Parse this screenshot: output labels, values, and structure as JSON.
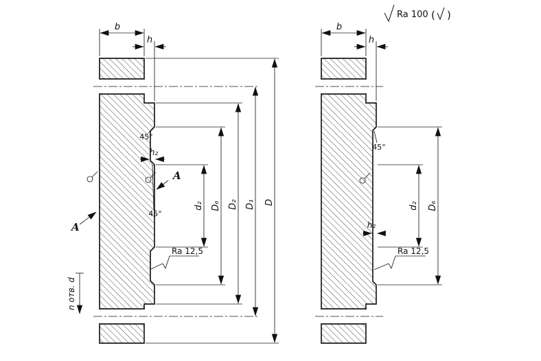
{
  "general": {
    "roughness_value": "Ra 100",
    "paren_open": "(",
    "paren_close": ")"
  },
  "left": {
    "dim_b": "b",
    "dim_h": "h",
    "dim_h2": "h₂",
    "chamfer_top": "45°",
    "chamfer_mid": "45°",
    "dim_d2": "d₂",
    "dim_D6": "D₆",
    "dim_D2": "D₂",
    "dim_D1": "D₁",
    "dim_D": "D",
    "roughness": "Ra 12,5",
    "view_a_top": "A",
    "view_a_side": "A",
    "holes_note": "n отв. d"
  },
  "right": {
    "dim_b": "b",
    "dim_h": "h",
    "dim_h2": "h₂",
    "chamfer": "45°",
    "dim_d2": "d₂",
    "dim_D6": "D₆",
    "roughness": "Ra 12,5"
  }
}
